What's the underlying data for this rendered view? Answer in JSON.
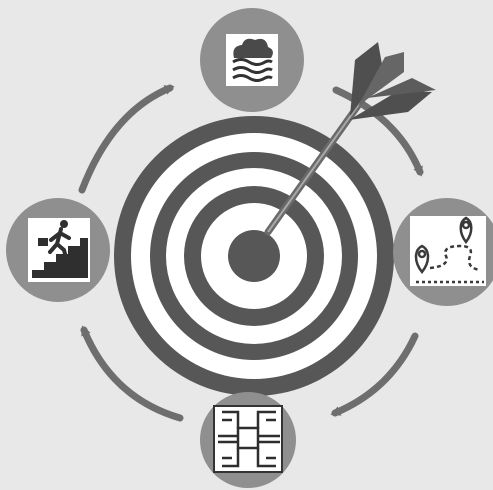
{
  "diagram": {
    "center": "target-with-dart",
    "nodes": [
      {
        "id": "top",
        "icon": "cloud-wind-icon"
      },
      {
        "id": "right",
        "icon": "route-map-icon"
      },
      {
        "id": "bottom",
        "icon": "teamwork-hands-icon"
      },
      {
        "id": "left",
        "icon": "businessman-climbing-stairs-icon"
      }
    ],
    "flow": "clockwise",
    "colors": {
      "background": "#e8e8e8",
      "dark": "#555555",
      "ring_dark": "#575757",
      "node_circle": "#8f8f8f",
      "icon_bg": "#ffffff",
      "arrow": "#6e6e6e"
    }
  }
}
